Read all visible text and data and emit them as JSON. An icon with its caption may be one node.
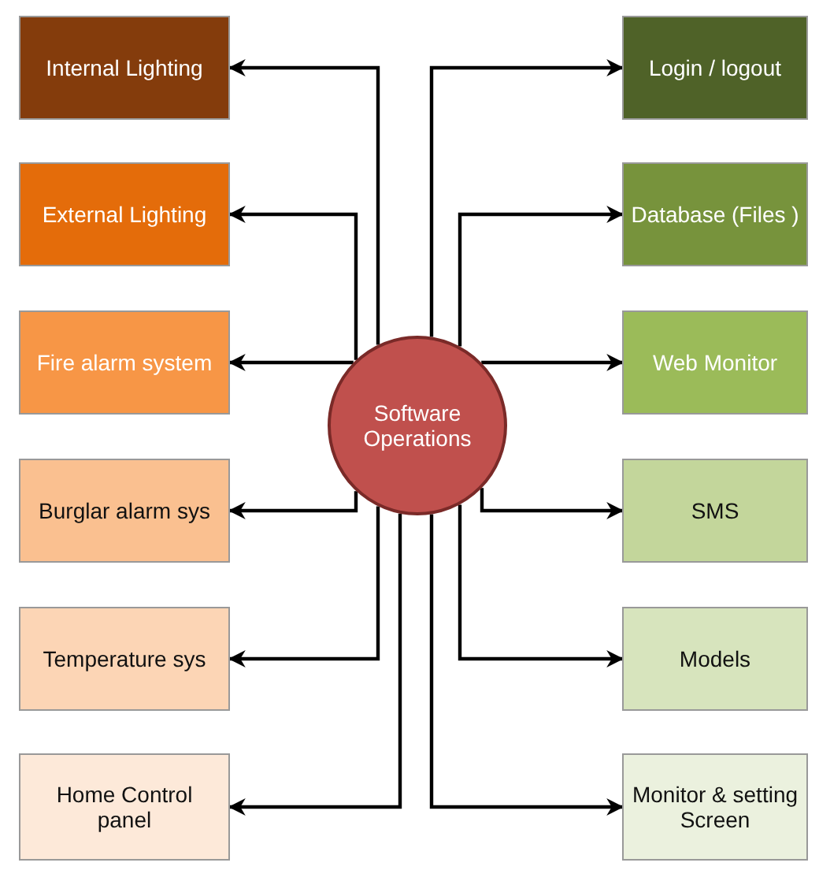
{
  "diagram": {
    "nodes": [
      {
        "text": [
          "Software Operations"
        ]
      },
      {
        "text": [
          "Internal Lighting"
        ]
      },
      {
        "text": [
          "External Lighting"
        ]
      },
      {
        "text": [
          "Fire alarm system"
        ]
      },
      {
        "text": [
          "Burglar alarm sys"
        ]
      },
      {
        "text": [
          "Temperature sys"
        ]
      },
      {
        "text": [
          "Home Control panel"
        ]
      },
      {
        "text": [
          "Login / logout"
        ]
      },
      {
        "text": [
          "Database (Files )"
        ]
      },
      {
        "text": [
          "Web Monitor"
        ]
      },
      {
        "text": [
          "SMS"
        ]
      },
      {
        "text": [
          "Models"
        ]
      },
      {
        "text": [
          "Monitor & setting Screen"
        ]
      }
    ],
    "edges": [
      {
        "from": 0,
        "to": 1,
        "arrow": "to"
      },
      {
        "from": 0,
        "to": 2,
        "arrow": "to"
      },
      {
        "from": 0,
        "to": 3,
        "arrow": "to"
      },
      {
        "from": 0,
        "to": 4,
        "arrow": "to"
      },
      {
        "from": 0,
        "to": 5,
        "arrow": "to"
      },
      {
        "from": 0,
        "to": 6,
        "arrow": "to"
      },
      {
        "from": 0,
        "to": 7,
        "arrow": "to"
      },
      {
        "from": 0,
        "to": 8,
        "arrow": "to"
      },
      {
        "from": 0,
        "to": 9,
        "arrow": "to"
      },
      {
        "from": 0,
        "to": 10,
        "arrow": "to"
      },
      {
        "from": 0,
        "to": 11,
        "arrow": "to"
      },
      {
        "from": 0,
        "to": 12,
        "arrow": "to"
      }
    ]
  }
}
